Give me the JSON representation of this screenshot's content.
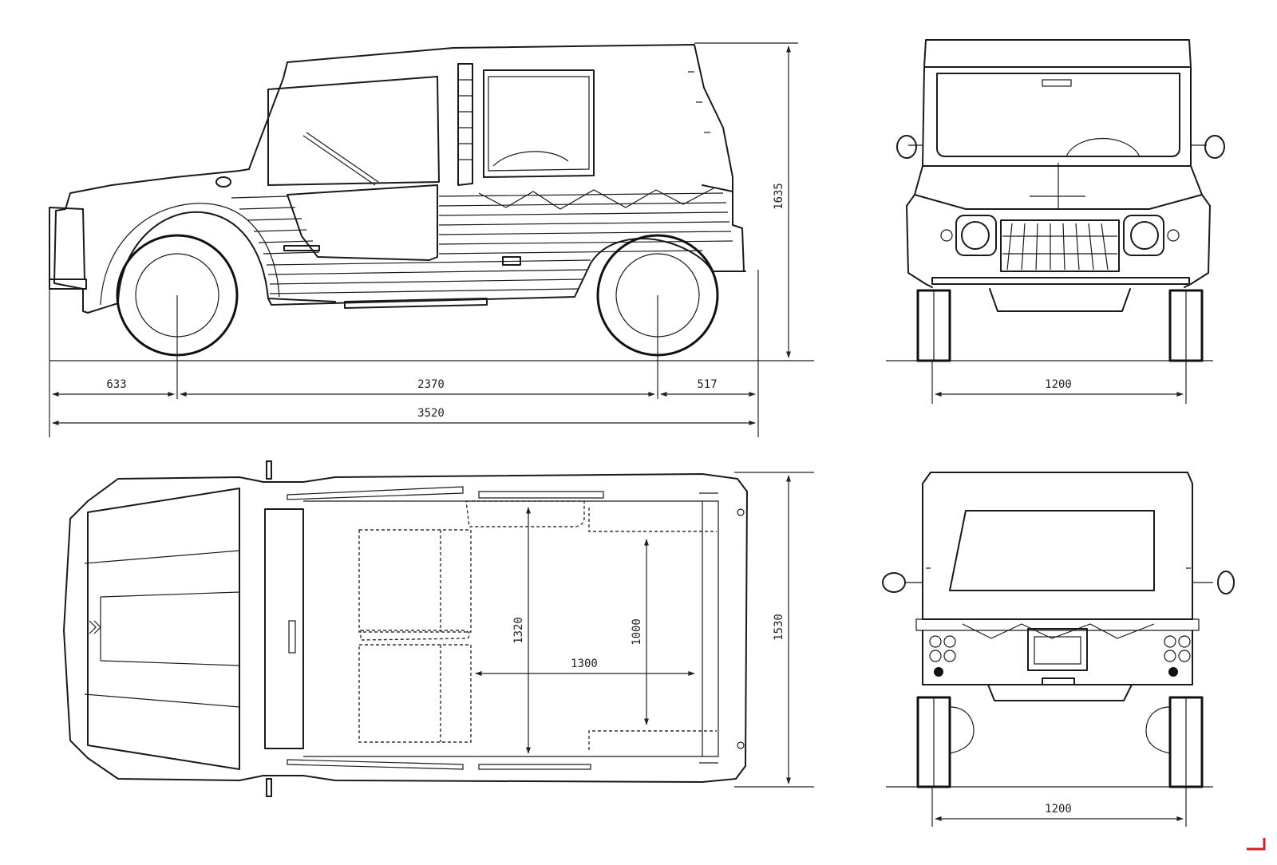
{
  "dimensions": {
    "front_overhang": "633",
    "wheelbase": "2370",
    "rear_overhang": "517",
    "overall_length": "3520",
    "overall_height": "1635",
    "front_track": "1200",
    "interior_width": "1320",
    "rear_seat_width": "1000",
    "cargo_length": "1300",
    "overall_width": "1530",
    "rear_track": "1200"
  },
  "colors": {
    "line": "#1a1a1a",
    "corner_mark": "#d22020"
  },
  "icons": {
    "corner_mark": "corner-bracket-icon"
  }
}
